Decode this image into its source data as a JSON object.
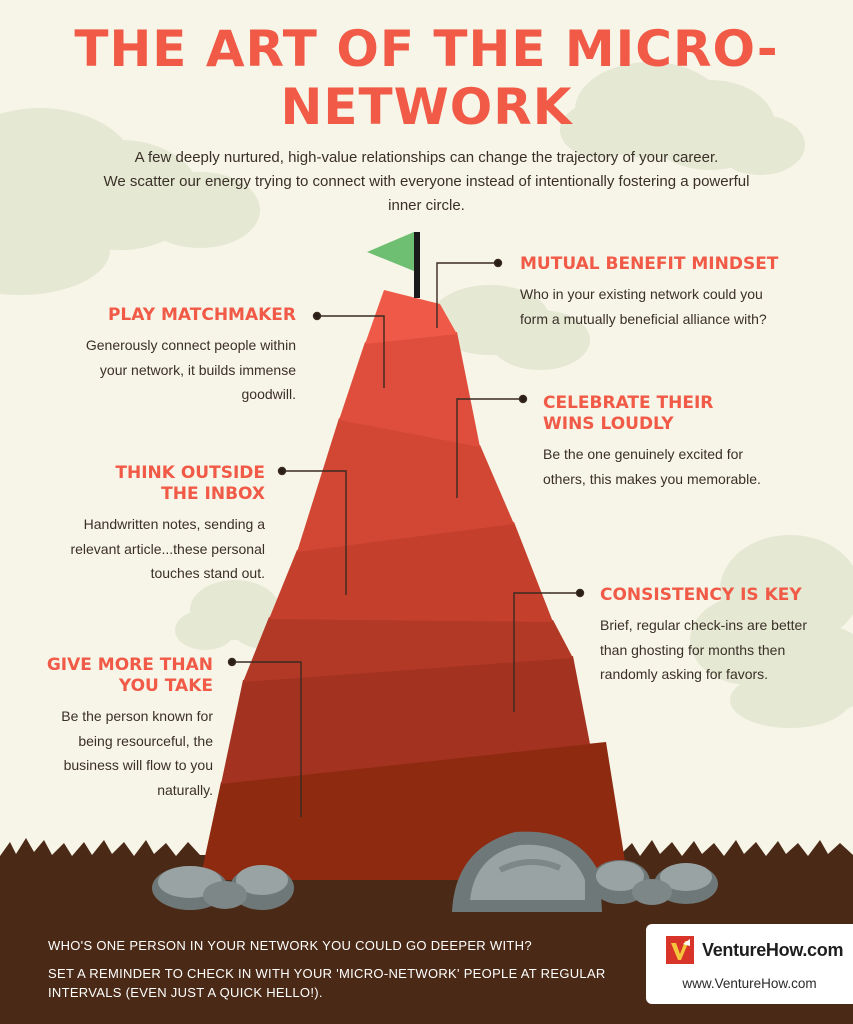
{
  "title_line1": "THE ART OF THE MICRO-",
  "title_line2": "NETWORK",
  "intro": {
    "line1": "A few deeply nurtured, high-value relationships can change the trajectory of your career.",
    "line2": "We scatter our energy trying to connect with everyone instead of intentionally fostering a powerful",
    "line3": "inner circle."
  },
  "tips": {
    "mutual": {
      "heading": "MUTUAL BENEFIT MINDSET",
      "line1": "Who in your existing network could you",
      "line2": "form a mutually beneficial alliance with?"
    },
    "matchmaker": {
      "heading": "PLAY MATCHMAKER",
      "line1": "Generously connect people within",
      "line2": "your network, it builds immense",
      "line3": "goodwill."
    },
    "celebrate": {
      "heading1": "CELEBRATE THEIR",
      "heading2": "WINS LOUDLY",
      "line1": "Be the one genuinely excited for",
      "line2": "others, this makes you memorable."
    },
    "outside": {
      "heading1": "THINK OUTSIDE",
      "heading2": "THE INBOX",
      "line1": "Handwritten notes, sending a",
      "line2": "relevant article...these personal",
      "line3": "touches stand out."
    },
    "consistency": {
      "heading": "CONSISTENCY IS KEY",
      "line1": "Brief, regular check-ins are better",
      "line2": "than ghosting for months then",
      "line3": "randomly asking for favors."
    },
    "give": {
      "heading1": "GIVE MORE THAN",
      "heading2": "YOU TAKE",
      "line1": "Be the person known for",
      "line2": "being resourceful, the",
      "line3": "business will flow to you",
      "line4": "naturally."
    }
  },
  "bottom": {
    "question": "WHO'S ONE PERSON IN YOUR NETWORK YOU COULD GO DEEPER WITH?",
    "reminder_line1": "SET A REMINDER TO CHECK IN WITH YOUR 'MICRO-NETWORK' PEOPLE AT REGULAR",
    "reminder_line2": "INTERVALS (EVEN JUST A QUICK HELLO!)."
  },
  "logo": {
    "name": "VentureHow.com",
    "url": "www.VentureHow.com"
  },
  "colors": {
    "accent": "#f05a46",
    "background": "#f7f4e8",
    "cloud": "#e5e8d3",
    "ground": "#4a2a16",
    "flag": "#6fbf73",
    "rock": "#8c9595",
    "body_text": "#3a3028",
    "mountain_tiers": [
      "#ef5a48",
      "#df4e3d",
      "#d24734",
      "#c4402d",
      "#b33927",
      "#a33220",
      "#8d2a10"
    ]
  },
  "icons": [
    "flag-icon",
    "venturehow-logo-icon"
  ]
}
